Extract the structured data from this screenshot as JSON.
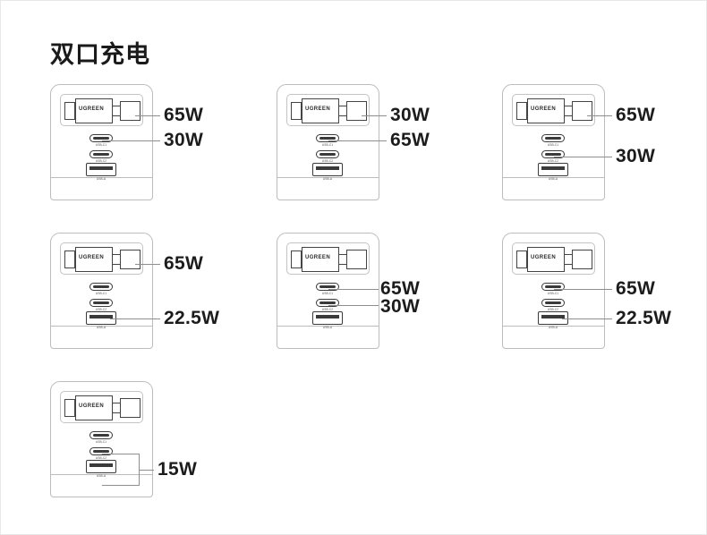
{
  "page": {
    "title": "双口充电",
    "background": "#ffffff",
    "line_color": "#8e8e8e",
    "text_color": "#1c1c1c",
    "outline_color": "#bcbcbc"
  },
  "device": {
    "brand": "UGREEN",
    "ports": [
      {
        "id": "usb-c1",
        "type": "usb-c",
        "micro_label": "USB-C1"
      },
      {
        "id": "usb-c2",
        "type": "usb-c",
        "micro_label": "USB-C2"
      },
      {
        "id": "usb-a",
        "type": "usb-a",
        "micro_label": "USB-A"
      }
    ]
  },
  "diagrams": [
    {
      "index": 1,
      "row": 1,
      "column": 1,
      "callouts": [
        {
          "target": "plug",
          "label": "65W"
        },
        {
          "target": "usb-c1",
          "label": "30W"
        }
      ]
    },
    {
      "index": 2,
      "row": 1,
      "column": 2,
      "callouts": [
        {
          "target": "plug",
          "label": "30W"
        },
        {
          "target": "usb-c1",
          "label": "65W"
        }
      ]
    },
    {
      "index": 3,
      "row": 1,
      "column": 3,
      "callouts": [
        {
          "target": "plug",
          "label": "65W"
        },
        {
          "target": "usb-c2",
          "label": "30W"
        }
      ]
    },
    {
      "index": 4,
      "row": 2,
      "column": 1,
      "callouts": [
        {
          "target": "plug",
          "label": "65W"
        },
        {
          "target": "usb-a",
          "label": "22.5W"
        }
      ]
    },
    {
      "index": 5,
      "row": 2,
      "column": 2,
      "callouts": [
        {
          "target": "usb-c1",
          "label": "65W"
        },
        {
          "target": "usb-c2",
          "label": "30W"
        }
      ]
    },
    {
      "index": 6,
      "row": 2,
      "column": 3,
      "callouts": [
        {
          "target": "usb-c1",
          "label": "65W"
        },
        {
          "target": "usb-a",
          "label": "22.5W"
        }
      ]
    },
    {
      "index": 7,
      "row": 3,
      "column": 1,
      "callouts": [
        {
          "target": "usb-c2+usb-a",
          "label": "15W",
          "bracketed": true
        }
      ]
    }
  ]
}
